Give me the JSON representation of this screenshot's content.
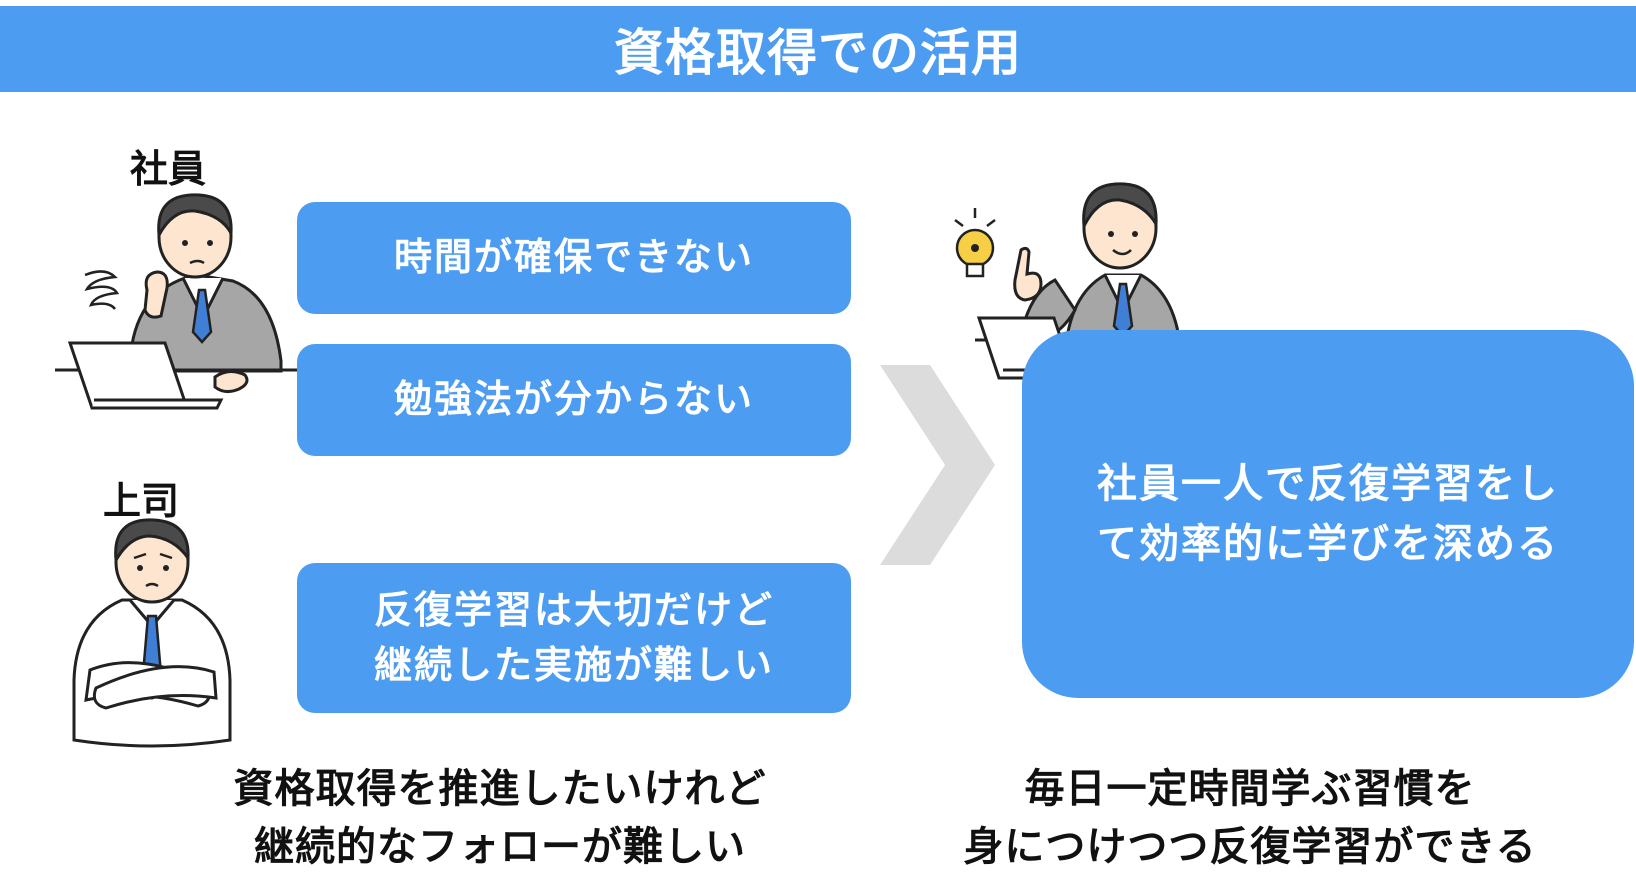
{
  "banner": {
    "title": "資格取得での活用"
  },
  "roles": {
    "employee": "社員",
    "boss": "上司"
  },
  "problems": [
    {
      "lines": [
        "時間が確保できない"
      ]
    },
    {
      "lines": [
        "勉強法が分からない"
      ]
    },
    {
      "lines": [
        "反復学習は大切だけど",
        "継続した実施が難しい"
      ]
    }
  ],
  "result": {
    "lines": [
      "社員一人で反復学習をし",
      "て効率的に学びを深める"
    ]
  },
  "captions": {
    "left": [
      "資格取得を推進したいけれど",
      "継続的なフォローが難しい"
    ],
    "right": [
      "毎日一定時間学ぶ習慣を",
      "身につけつつ反復学習ができる"
    ]
  },
  "colors": {
    "accent": "#4c9cf1",
    "arrow": "#dcdcdc",
    "suit": "#a6a6a6",
    "tie": "#3f7fd6",
    "hair": "#4a4a4a",
    "skin": "#fde5cf",
    "bulb": "#f7cf45"
  },
  "icons": [
    "worried-employee-illustration",
    "confused-boss-illustration",
    "idea-employee-illustration",
    "chevron-right-icon",
    "lightbulb-icon"
  ]
}
